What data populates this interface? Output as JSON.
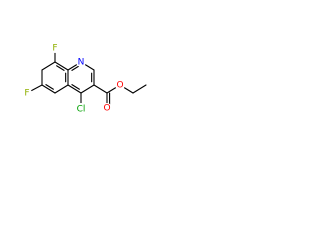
{
  "atoms": {
    "f_top": "F",
    "f_left": "F",
    "n_ring": "N",
    "cl": "Cl",
    "o_carbonyl": "O",
    "o_ester": "O"
  },
  "colors": {
    "fluorine": "#90b000",
    "nitrogen": "#0000ff",
    "chlorine": "#00a000",
    "oxygen": "#ff0000",
    "bond": "#000000"
  }
}
